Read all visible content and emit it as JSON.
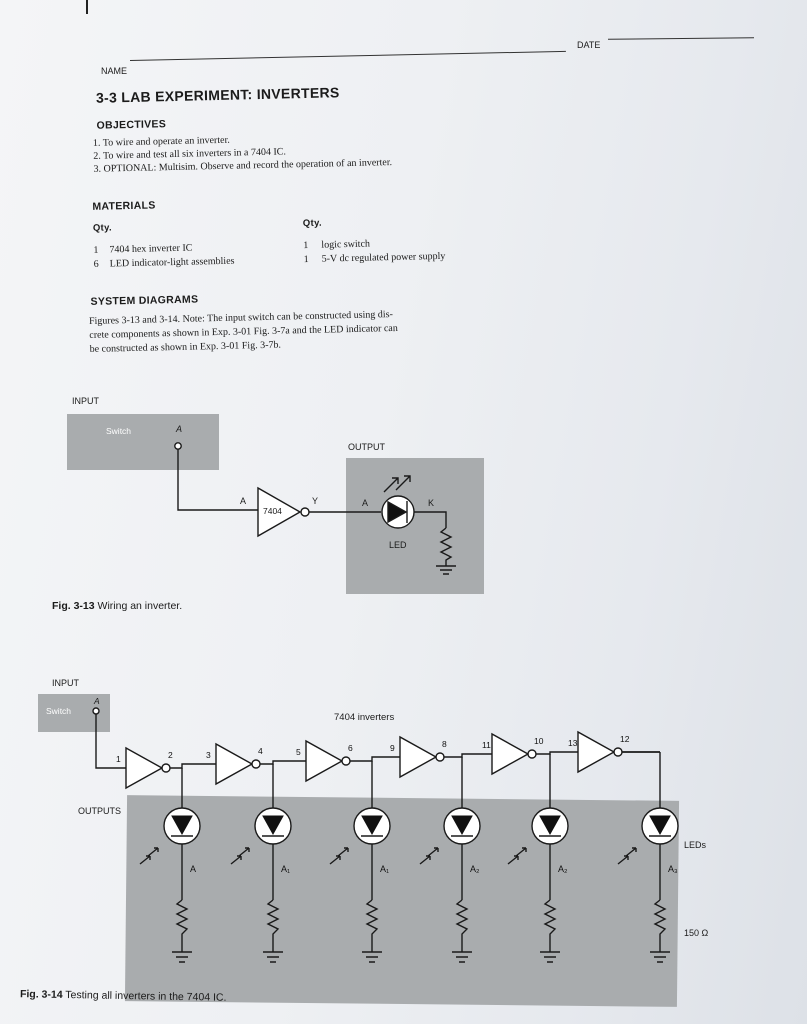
{
  "header": {
    "date_label": "DATE",
    "name_label": "NAME"
  },
  "title": "3-3 LAB EXPERIMENT: INVERTERS",
  "objectives": {
    "heading": "OBJECTIVES",
    "items": [
      "1. To wire and operate an inverter.",
      "2. To wire and test all six inverters in a 7404 IC.",
      "3. OPTIONAL: Multisim. Observe and record the operation of an inverter."
    ]
  },
  "materials": {
    "heading": "MATERIALS",
    "qty_label_left": "Qty.",
    "qty_label_right": "Qty.",
    "left": [
      {
        "qty": "1",
        "item": "7404 hex inverter IC"
      },
      {
        "qty": "6",
        "item": "LED indicator-light assemblies"
      }
    ],
    "right": [
      {
        "qty": "1",
        "item": "logic switch"
      },
      {
        "qty": "1",
        "item": "5-V dc regulated power supply"
      }
    ]
  },
  "system_diagrams": {
    "heading": "SYSTEM DIAGRAMS",
    "lines": [
      "Figures 3-13 and 3-14. Note: The input switch can be constructed using dis-",
      "crete components as shown in Exp. 3-01 Fig. 3-7a and the LED indicator can",
      "be constructed as shown in Exp. 3-01 Fig. 3-7b."
    ]
  },
  "fig13": {
    "input_label": "INPUT",
    "switch_label": "Switch",
    "pin_a": "A",
    "output_label": "OUTPUT",
    "chip_label": "7404",
    "gate_in": "A",
    "gate_out": "Y",
    "led_a": "A",
    "led_k": "K",
    "led_label": "LED",
    "caption_num": "Fig. 3-13",
    "caption_text": "Wiring an inverter."
  },
  "fig14": {
    "input_label": "INPUT",
    "switch_label": "Switch",
    "pin_a": "A",
    "chip_label": "7404 inverters",
    "pins": [
      "1",
      "2",
      "3",
      "4",
      "5",
      "6",
      "9",
      "8",
      "11",
      "10",
      "13",
      "12"
    ],
    "outputs_label": "OUTPUTS",
    "leds_label": "LEDs",
    "resistor_label": "150 Ω",
    "led_outputs": [
      "A",
      "A₁",
      "A₁",
      "A₂",
      "A₂",
      "A₃"
    ],
    "caption_num": "Fig. 3-14",
    "caption_text": "Testing all inverters in the 7404 IC."
  }
}
